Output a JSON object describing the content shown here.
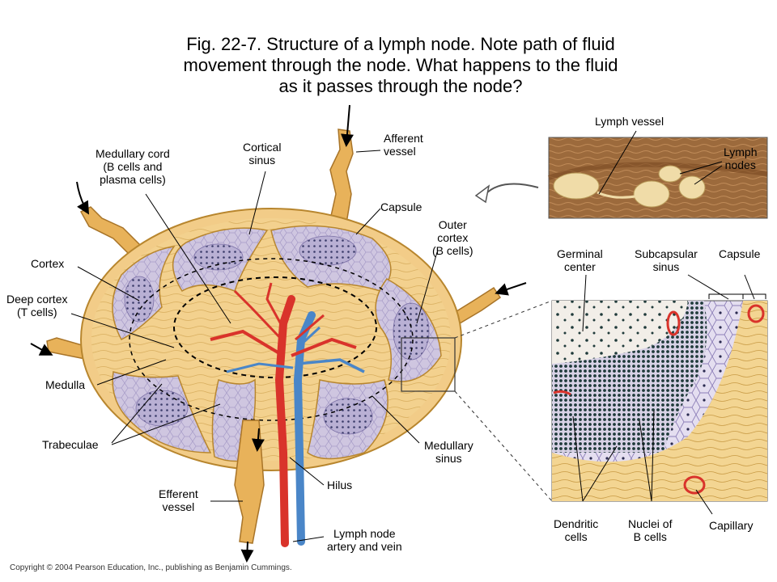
{
  "title": {
    "lines": [
      "Fig. 22-7.  Structure of a lymph node. Note path of fluid",
      "movement through the node.  What happens to the fluid",
      "as it passes through the node?"
    ]
  },
  "labels": {
    "medullary_cord": [
      "Medullary cord",
      "(B cells and",
      "plasma cells)"
    ],
    "cortical_sinus": [
      "Cortical",
      "sinus"
    ],
    "afferent_vessel": [
      "Afferent",
      "vessel"
    ],
    "capsule_main": [
      "Capsule"
    ],
    "outer_cortex": [
      "Outer",
      "cortex",
      "(B cells)"
    ],
    "cortex": [
      "Cortex"
    ],
    "deep_cortex": [
      "Deep cortex",
      "(T cells)"
    ],
    "medulla": [
      "Medulla"
    ],
    "trabeculae": [
      "Trabeculae"
    ],
    "efferent_vessel": [
      "Efferent",
      "vessel"
    ],
    "hilus": [
      "Hilus"
    ],
    "medullary_sinus": [
      "Medullary",
      "sinus"
    ],
    "lymph_node_artery_vein": [
      "Lymph node",
      "artery and vein"
    ],
    "lymph_vessel": [
      "Lymph vessel"
    ],
    "lymph_nodes": [
      "Lymph",
      "nodes"
    ],
    "germinal_center": [
      "Germinal",
      "center"
    ],
    "subcapsular_sinus": [
      "Subcapsular",
      "sinus"
    ],
    "capsule_detail": [
      "Capsule"
    ],
    "dendritic_cells": [
      "Dendritic",
      "cells"
    ],
    "nuclei_b_cells": [
      "Nuclei of",
      "B cells"
    ],
    "capillary": [
      "Capillary"
    ]
  },
  "copyright": "Copyright © 2004 Pearson Education, Inc., publishing as Benjamin Cummings.",
  "colors": {
    "capsule": "#f2cc88",
    "capsule_edge": "#b8862e",
    "lobule_fill": "#c9c0dc",
    "nodule_fill": "#a79fc4",
    "artery": "#d9332b",
    "vein": "#4a86c8",
    "vessel": "#e8b25a"
  },
  "icons": [
    "inflow-arrow-icon",
    "outflow-arrow-icon",
    "pointer-arrow-icon"
  ]
}
